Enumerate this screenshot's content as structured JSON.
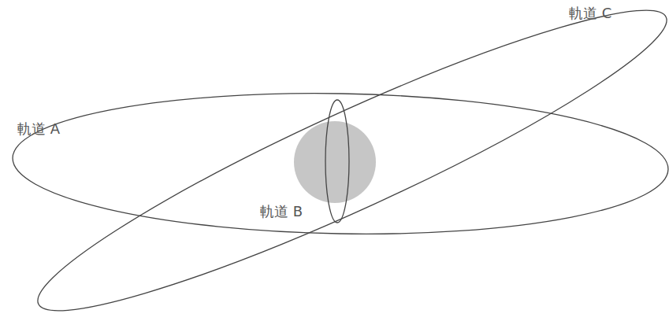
{
  "diagram": {
    "labels": [
      "軌道 C",
      "軌道 A",
      "軌道 B"
    ]
  }
}
